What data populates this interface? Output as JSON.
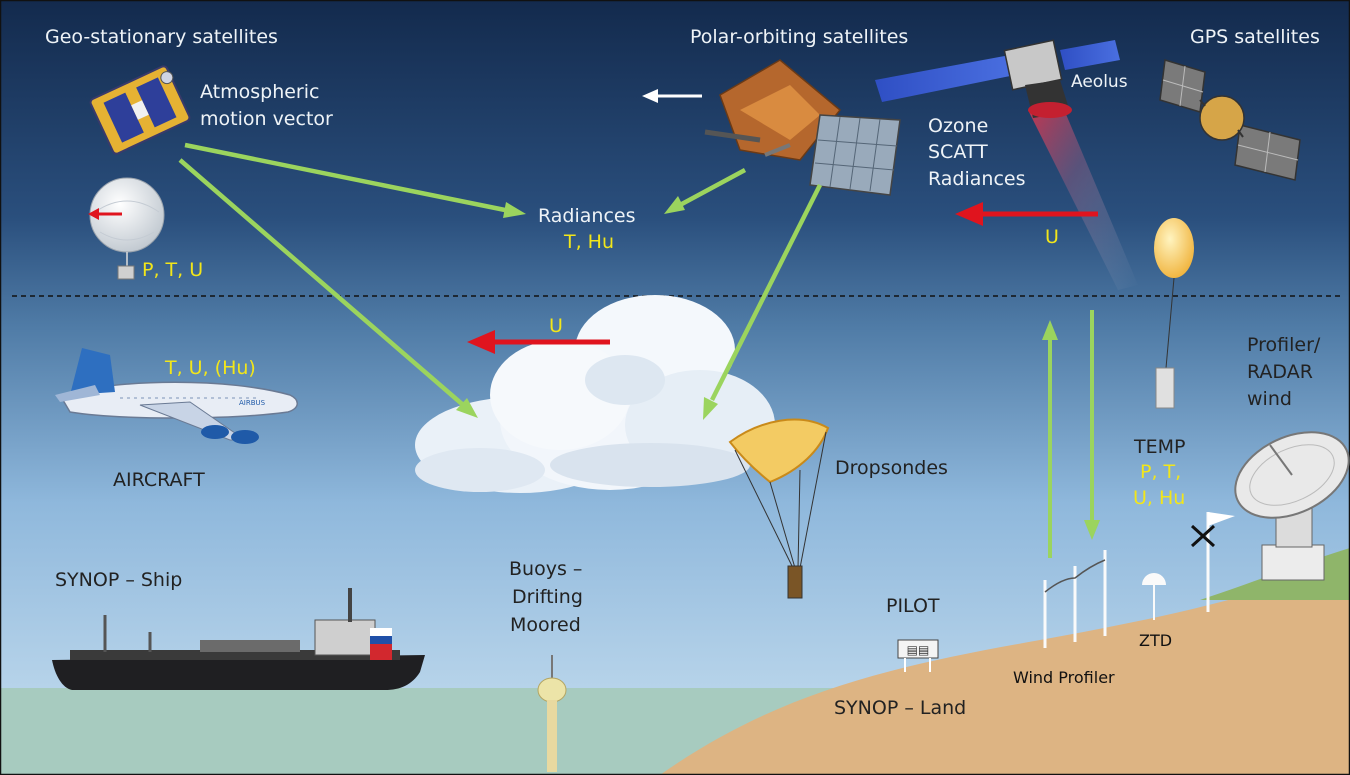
{
  "labels": {
    "geo": "Geo-stationary satellites",
    "polar": "Polar-orbiting satellites",
    "gps": "GPS satellites",
    "amv_1": "Atmospheric",
    "amv_2": "motion vector",
    "aeolus": "Aeolus",
    "ozone": "Ozone",
    "scatt": "SCATT",
    "radiances_right": "Radiances",
    "radiances_center": "Radiances",
    "t_hu": "T, Hu",
    "u_top": "U",
    "u_mid": "U",
    "balloon_ptu": "P, T, U",
    "aircraft_vars": "T, U, (Hu)",
    "aircraft": "AIRCRAFT",
    "synop_ship": "SYNOP – Ship",
    "buoys_1": "Buoys –",
    "buoys_2": "Drifting",
    "buoys_3": "Moored",
    "dropsondes": "Dropsondes",
    "pilot": "PILOT",
    "synop_land": "SYNOP – Land",
    "wind_profiler": "Wind Profiler",
    "ztd": "ZTD",
    "temp": "TEMP",
    "temp_vars_1": "P, T,",
    "temp_vars_2": "U, Hu",
    "profiler_1": "Profiler/",
    "profiler_2": "RADAR",
    "profiler_3": "wind",
    "airbus": "AIRBUS"
  },
  "colors": {
    "sky_top": "#132a4d",
    "sky_mid": "#3d6896",
    "sky_low": "#b3d3eb",
    "sea": "#a7cbbf",
    "land": "#ddb483",
    "green_arrow": "#9bd45e",
    "red_arrow": "#e0141e",
    "label_yellow": "#f2e61a"
  },
  "icons": [
    "geostationary-satellite-icon",
    "polar-satellite-icon",
    "aeolus-satellite-icon",
    "gps-satellite-icon",
    "weather-balloon-icon",
    "temp-radiosonde-balloon-icon",
    "aircraft-icon",
    "cloud-icon",
    "dropsonde-parachute-icon",
    "ship-icon",
    "buoy-icon",
    "pilot-station-icon",
    "wind-profiler-icon",
    "ztd-antenna-icon",
    "radar-dish-icon",
    "anemometer-icon"
  ]
}
